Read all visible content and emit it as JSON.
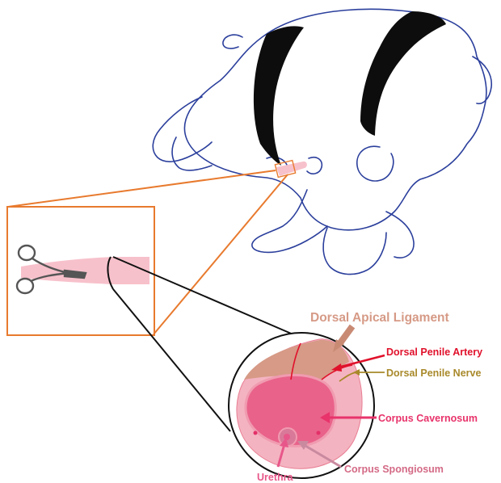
{
  "labels": {
    "ligament": "Dorsal Apical Ligament",
    "artery": "Dorsal Penile Artery",
    "nerve": "Dorsal Penile Nerve",
    "cavernosum": "Corpus Cavernosum",
    "spongiosum": "Corpus Spongiosum",
    "urethra": "Urethra"
  },
  "colors": {
    "outline": "#2b3f9c",
    "band": "#0d0d0d",
    "zoom_frame": "#e87a2e",
    "ligament": "#d69a86",
    "artery": "#e0112b",
    "nerve": "#a8892a",
    "cavernosum": "#e8336b",
    "spongiosum": "#d46a86",
    "urethra": "#e8578a",
    "tissue": "#f7c1cb"
  },
  "icons": {
    "clamp": "hemostat-clamp-icon"
  }
}
